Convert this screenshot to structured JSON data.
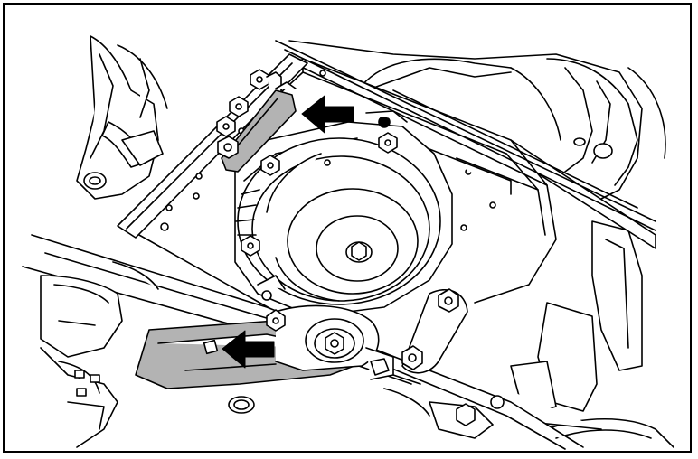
{
  "figure": {
    "type": "technical-line-illustration",
    "subject": "mower-deck-pulley-assembly",
    "colors": {
      "line": "#000000",
      "fill": "#ffffff",
      "highlight": "#b3b3b3",
      "arrow": "#000000"
    },
    "callouts": [
      {
        "name": "upper-arrow",
        "target": "idler-bracket",
        "direction": "left"
      },
      {
        "name": "lower-arrow",
        "target": "pulley-arm",
        "direction": "left"
      }
    ]
  }
}
